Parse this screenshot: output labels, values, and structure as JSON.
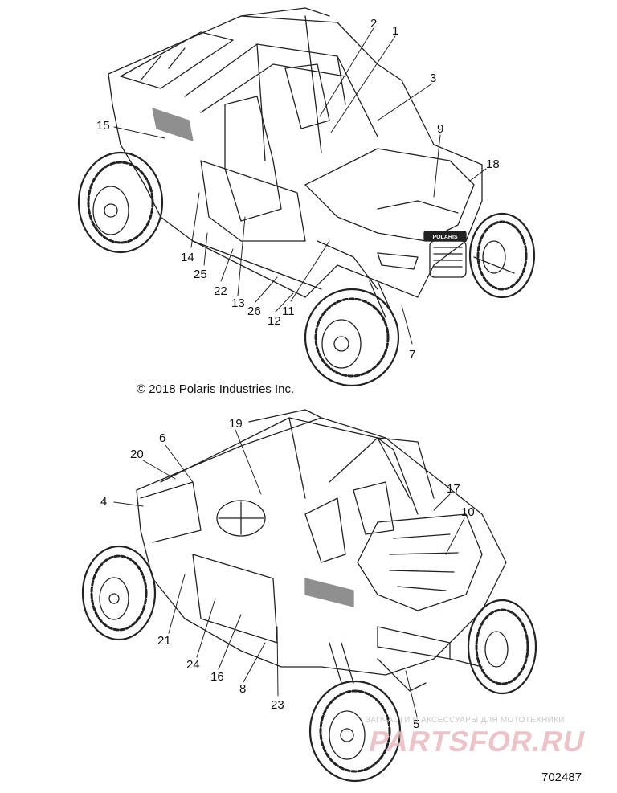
{
  "copyright": "© 2018 Polaris Industries Inc.",
  "part_number": "702487",
  "watermark": {
    "subtitle": "ЗАПЧАСТИ И АКСЕССУАРЫ ДЛЯ МОТОТЕХНИКИ",
    "brand": "PARTSFOR.RU"
  },
  "vehicle_badge": "POLARIS",
  "callouts_top": [
    "2",
    "1",
    "3",
    "9",
    "18",
    "15",
    "14",
    "25",
    "22",
    "13",
    "26",
    "12",
    "11",
    "7"
  ],
  "callouts_bottom": [
    "19",
    "6",
    "20",
    "4",
    "17",
    "10",
    "21",
    "24",
    "16",
    "8",
    "23",
    "5"
  ]
}
